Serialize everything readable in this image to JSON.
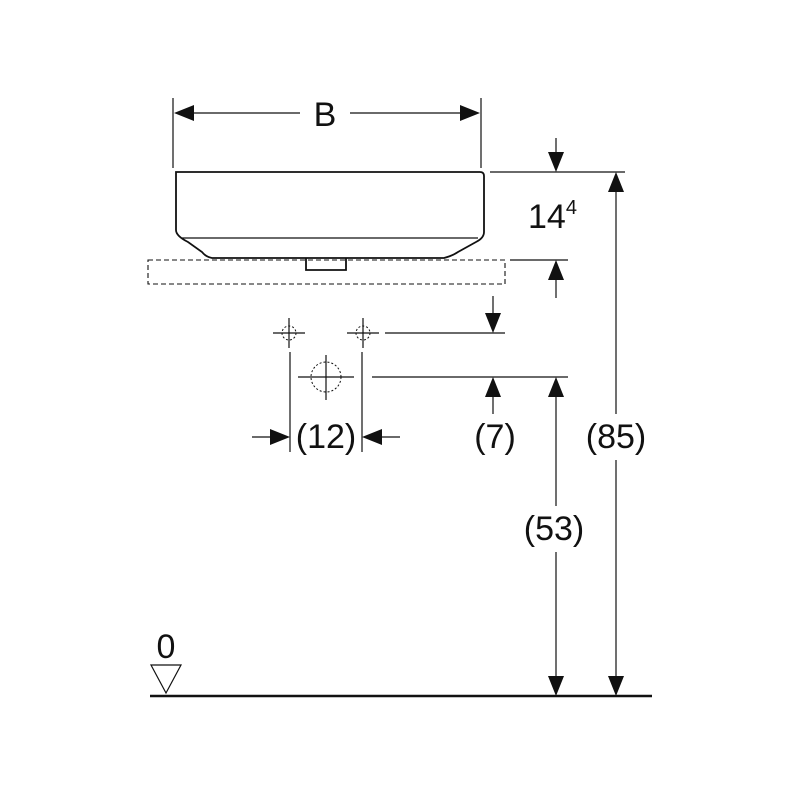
{
  "labels": {
    "width": "B",
    "height_main": "14",
    "height_sup": "4",
    "spacing": "(12)",
    "offset": "(7)",
    "drain_height": "(53)",
    "total_height": "(85)",
    "floor_level": "0"
  },
  "colors": {
    "line": "#111111",
    "background": "#ffffff"
  }
}
